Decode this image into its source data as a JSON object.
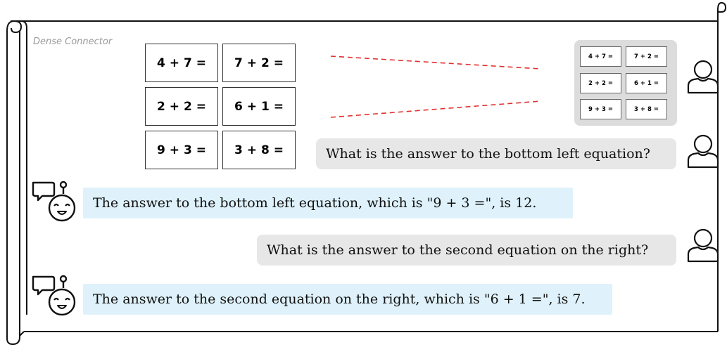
{
  "panel": {
    "label": "Dense Connector"
  },
  "equations_grid": {
    "cells": [
      "4 + 7 =",
      "7 + 2 =",
      "2 + 2 =",
      "6 + 1 =",
      "9 + 3 =",
      "3 + 8 ="
    ]
  },
  "chat": {
    "messages": [
      {
        "role": "user",
        "text": "What is the answer to the bottom left equation?"
      },
      {
        "role": "assistant",
        "text": "The answer to the bottom left equation, which is \"9 + 3 =\", is 12."
      },
      {
        "role": "user",
        "text": "What is the answer to the second equation on the right?"
      },
      {
        "role": "assistant",
        "text": "The answer to the second equation on the right, which is \"6 + 1 =\", is 7."
      }
    ]
  },
  "icons": {
    "user": "user-icon",
    "assistant": "robot-icon"
  },
  "colors": {
    "user_bubble": "#e7e7e7",
    "assistant_bubble": "#dff2fb",
    "connector_line": "#e0312f",
    "mini_panel": "#dcdcdc"
  }
}
